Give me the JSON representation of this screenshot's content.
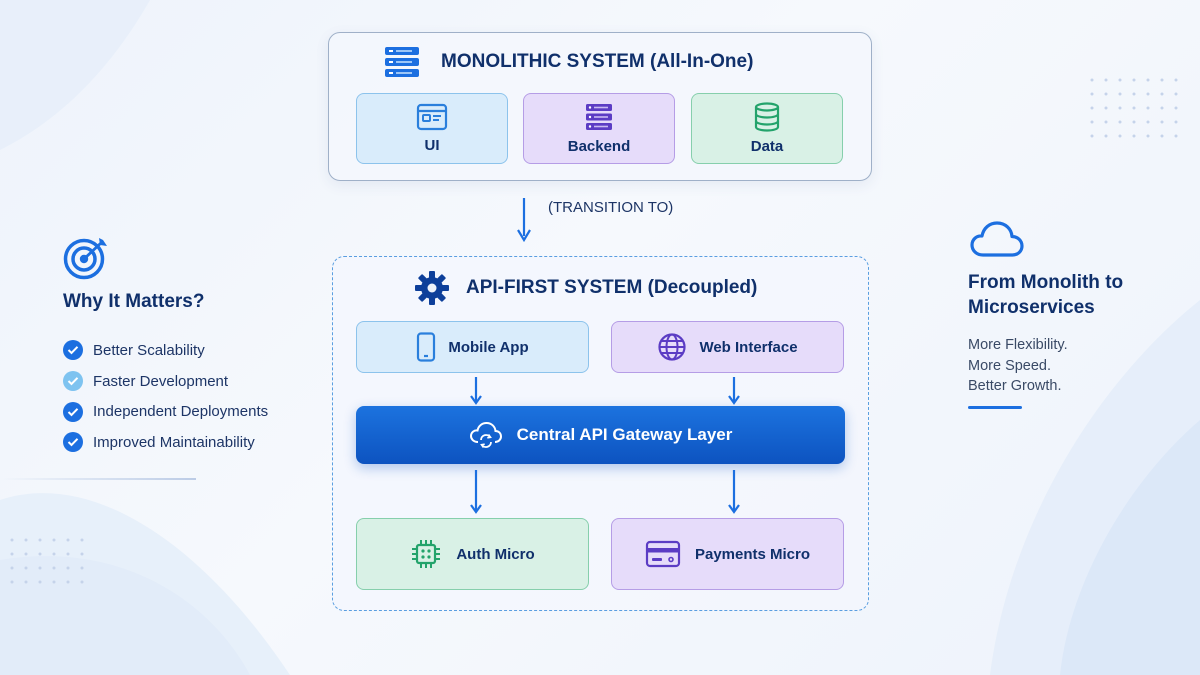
{
  "monolithic": {
    "title": "MONOLITHIC SYSTEM (All-In-One)",
    "title_icon": "server-stack-icon",
    "components": [
      {
        "label": "UI",
        "icon": "browser-window-icon",
        "color": "#2a7fdc"
      },
      {
        "label": "Backend",
        "icon": "server-icon",
        "color": "#5b3cc4"
      },
      {
        "label": "Data",
        "icon": "database-icon",
        "color": "#23a36b"
      }
    ]
  },
  "transition_label": "(TRANSITION TO)",
  "api_first": {
    "title": "API-FIRST SYSTEM (Decoupled)",
    "title_icon": "gear-icon",
    "clients": [
      {
        "label": "Mobile App",
        "icon": "smartphone-icon"
      },
      {
        "label": "Web Interface",
        "icon": "globe-icon"
      }
    ],
    "gateway": {
      "label": "Central API Gateway Layer",
      "icon": "cloud-sync-icon"
    },
    "services": [
      {
        "label": "Auth Micro",
        "icon": "chip-icon"
      },
      {
        "label": "Payments Micro",
        "icon": "credit-card-icon"
      }
    ]
  },
  "why": {
    "title": "Why It Matters?",
    "icon": "target-icon",
    "items": [
      "Better Scalability",
      "Faster Development",
      "Independent Deployments",
      "Improved Maintainability"
    ]
  },
  "summary": {
    "icon": "cloud-icon",
    "title": "From Monolith to Microservices",
    "lines": [
      "More Flexibility.",
      "More Speed.",
      "Better Growth."
    ]
  },
  "colors": {
    "accent": "#1c6fe0",
    "navy": "#10306b",
    "gateway": "#0d53c0"
  }
}
